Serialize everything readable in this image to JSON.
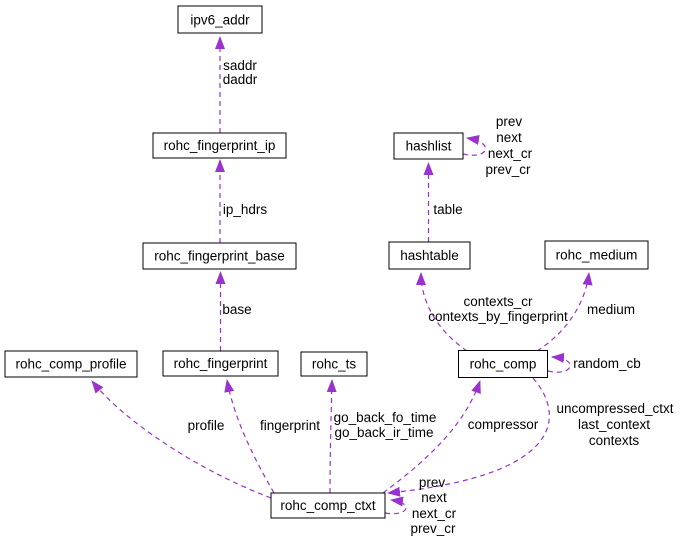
{
  "diagram": {
    "type": "collaboration-graph",
    "colors": {
      "edge": "#9a32cd",
      "node_border": "#000000",
      "node_fill": "#ffffff",
      "highlighted_node_fill": "#c0c0c0",
      "text": "#000000",
      "background": "#ffffff"
    },
    "nodes": {
      "ipv6_addr": "ipv6_addr",
      "rohc_fingerprint_ip": "rohc_fingerprint_ip",
      "rohc_fingerprint_base": "rohc_fingerprint_base",
      "rohc_comp_profile": "rohc_comp_profile",
      "rohc_fingerprint": "rohc_fingerprint",
      "rohc_ts": "rohc_ts",
      "hashlist": "hashlist",
      "hashtable": "hashtable",
      "rohc_medium": "rohc_medium",
      "rohc_comp": "rohc_comp",
      "rohc_comp_ctxt": "rohc_comp_ctxt"
    },
    "edge_labels": {
      "saddr_daddr": [
        "saddr",
        "daddr"
      ],
      "ip_hdrs": "ip_hdrs",
      "base": "base",
      "table": "table",
      "hashlist_self": [
        "prev",
        "next",
        "next_cr",
        "prev_cr"
      ],
      "comp_to_hashtable": [
        "contexts_cr",
        "contexts_by_fingerprint"
      ],
      "medium": "medium",
      "random_cb": "random_cb",
      "compressor": "compressor",
      "comp_to_ctxt": [
        "uncompressed_ctxt",
        "last_context",
        "contexts"
      ],
      "profile": "profile",
      "fingerprint": "fingerprint",
      "go_back": [
        "go_back_fo_time",
        "go_back_ir_time"
      ],
      "ctxt_self": [
        "prev",
        "next",
        "next_cr",
        "prev_cr"
      ]
    }
  }
}
